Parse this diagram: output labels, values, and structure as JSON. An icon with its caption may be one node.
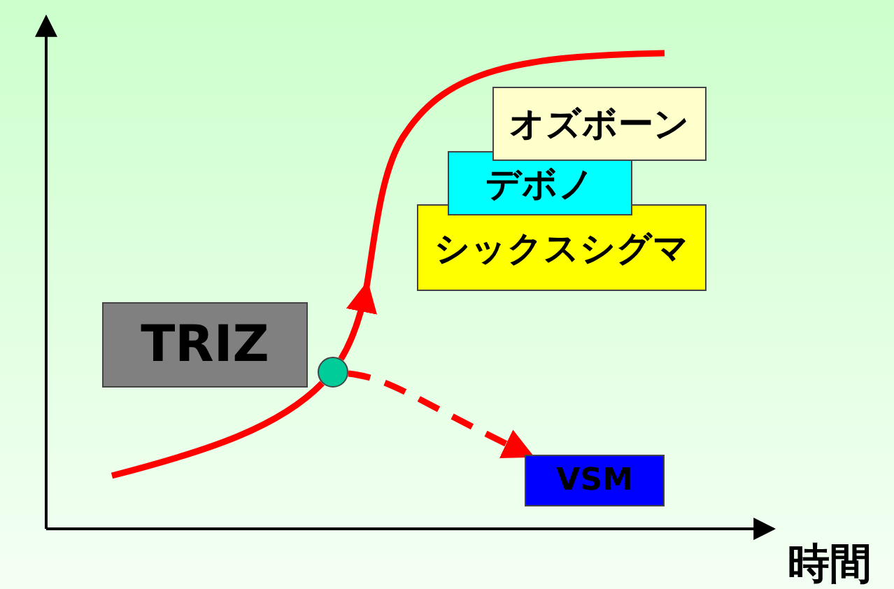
{
  "diagram": {
    "nodes": [
      {
        "text": [
          "オズボーン"
        ]
      },
      {
        "text": [
          "デボノ"
        ]
      },
      {
        "text": [
          "シックスシグマ"
        ]
      },
      {
        "text": [
          "TRIZ"
        ]
      },
      {
        "text": [],
        "shape": "circle"
      },
      {
        "text": [
          "VSM"
        ]
      }
    ],
    "edges": [
      {
        "from": null,
        "to": 4,
        "arrow": "none"
      },
      {
        "from": 4,
        "to": null,
        "arrow": "to"
      },
      {
        "from": 4,
        "to": 5,
        "arrow": "to",
        "style": "dashed"
      }
    ],
    "labels": [
      "時間"
    ]
  }
}
